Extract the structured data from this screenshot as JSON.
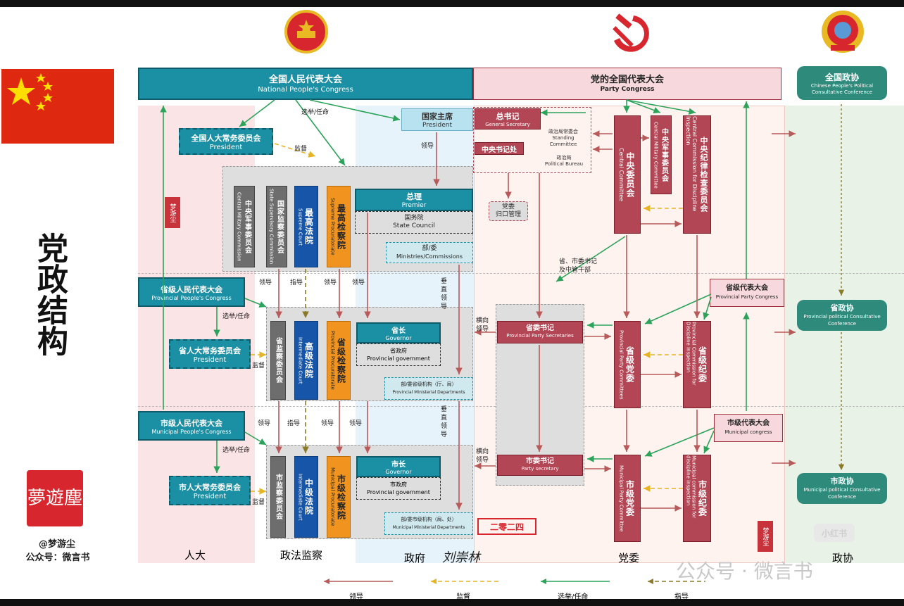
{
  "left_title": "党政结构",
  "author_handle": "@梦游尘",
  "account": "公众号：微言书",
  "seal_text": "夢遊塵",
  "small_seal_text": "梦游尘",
  "date_stamp": "二零二四",
  "signature": "刘崇林",
  "watermark": "公众号 · 微言书",
  "xhs_mark": "小红书",
  "column_labels": {
    "npc": "人大",
    "legal": "政法监察",
    "gov": "政府",
    "party": "党委",
    "cppcc": "政协"
  },
  "colors": {
    "teal": "#1b8fa3",
    "red": "#b34655",
    "green": "#2e8b7c",
    "brown_arrow": "#b85a5a",
    "yellow_arrow": "#e6b422",
    "green_arrow": "#2ca35a",
    "olive_arrow": "#8a7a2a"
  },
  "icons": [
    "china-flag-icon",
    "national-emblem-icon",
    "hammer-sickle-icon",
    "cppcc-emblem-icon"
  ],
  "headers": {
    "npc_zh": "全国人民代表大会",
    "npc_en": "National People's Congress",
    "party_zh": "党的全国代表大会",
    "party_en": "Party Congress",
    "cppcc_zh": "全国政协",
    "cppcc_en": "Chinese People's Political Consultative Conference"
  },
  "national": {
    "npc_standing_zh": "全国人大常务委员会",
    "npc_standing_en": "President",
    "president_zh": "国家主席",
    "president_en": "President",
    "gen_sec_zh": "总书记",
    "gen_sec_en": "General Secretary",
    "psc_zh": "政治局常委会",
    "psc_en": "Standing Committee",
    "secretariat_zh": "中央书记处",
    "politburo_zh": "政治局",
    "politburo_en": "Political Bureau",
    "cmc_zh": "中央军事委员会",
    "cmc_en": "Central Military Commission",
    "nsc_zh": "国家监察委员会",
    "nsc_en": "State Supervisory Commission",
    "spc_zh": "最高法院",
    "spc_en": "Supreme Court",
    "spp_zh": "最高检察院",
    "spp_en": "Supreme Procuratorate",
    "premier_zh": "总理",
    "premier_en": "Premier",
    "state_council_zh": "国务院",
    "state_council_en": "State Council",
    "ministries_zh": "部/委",
    "ministries_en": "Ministries/Commissions",
    "party_committee_zh": "党委",
    "party_committee_sub": "归口管理",
    "cc_zh": "中央委员会",
    "cc_en": "Central Committee",
    "cmc_party_zh": "中央军事委员会",
    "cmc_party_en": "Central Military Committee",
    "ccdi_zh": "中央纪律检查委员会",
    "ccdi_en": "Central Commission for Discipline Inspection"
  },
  "provincial": {
    "ppc_zh": "省级人民代表大会",
    "ppc_en": "Provincial People's Congress",
    "standing_zh": "省人大常务委员会",
    "standing_en": "President",
    "supervision_zh": "省监察委员会",
    "court_zh": "高级法院",
    "court_en": "Intermediate Court",
    "procuratorate_zh": "省级检察院",
    "procuratorate_en": "Provincial Procuratorate",
    "governor_zh": "省长",
    "governor_en": "Governor",
    "gov_zh": "省政府",
    "gov_en": "Provincial government",
    "depts_zh": "部/委省级机构（厅、局）",
    "depts_en": "Provincial Ministerial Departments",
    "secretary_zh": "省委书记",
    "secretary_en": "Provincial Party Secretaries",
    "party_committee_zh": "省级党委",
    "party_committee_en": "Provincial Party Committees",
    "discipline_zh": "省级纪委",
    "discipline_en": "Provincial Commission for Discipline Inspection",
    "party_congress_zh": "省级代表大会",
    "party_congress_en": "Provincial Party Congress",
    "cppcc_zh": "省政协",
    "cppcc_en": "Provincial political Consultative Conference"
  },
  "municipal": {
    "mpc_zh": "市级人民代表大会",
    "mpc_en": "Municipal People's Congress",
    "standing_zh": "市人大常务委员会",
    "standing_en": "President",
    "supervision_zh": "市监察委员会",
    "court_zh": "中级法院",
    "court_en": "Intermediate Court",
    "procuratorate_zh": "市级检察院",
    "procuratorate_en": "Municipal Procuratorate",
    "mayor_zh": "市长",
    "mayor_en": "Governor",
    "gov_zh": "市政府",
    "gov_en": "Provincial government",
    "depts_zh": "部/委市级机构（局、处）",
    "depts_en": "Municipal Ministerial Departments",
    "secretary_zh": "市委书记",
    "secretary_en": "Party secretary",
    "party_committee_zh": "市级党委",
    "party_committee_en": "Municipal Party Committee",
    "discipline_zh": "市级纪委",
    "discipline_en": "Municipal commission for discipline inspection",
    "party_congress_zh": "市级代表大会",
    "party_congress_en": "Municipal congress",
    "cppcc_zh": "市政协",
    "cppcc_en": "Municipal political Consultative Conference"
  },
  "labels": {
    "elect": "选举/任命",
    "supervise": "监督",
    "lead": "领导",
    "direct": "指导",
    "vertical_lead": "垂直领导",
    "horizontal_lead": "横向领导",
    "cadres": "省、市委书记及中管干部"
  },
  "legend": [
    {
      "label": "领导",
      "style": "solid",
      "color": "#b85a5a"
    },
    {
      "label": "监督",
      "style": "dashed",
      "color": "#e6b422"
    },
    {
      "label": "选举/任命",
      "style": "solid",
      "color": "#2ca35a"
    },
    {
      "label": "指导",
      "style": "dashed",
      "color": "#8a7a2a"
    }
  ]
}
